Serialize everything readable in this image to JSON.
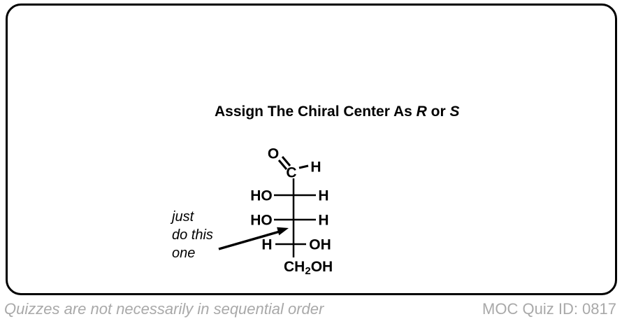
{
  "page": {
    "background": "#ffffff",
    "border_color": "#000000",
    "text_color": "#000000",
    "footer_color": "#a9a9a9"
  },
  "title": {
    "prefix": "Assign The Chiral Center As ",
    "r": "R",
    "mid": " or ",
    "s": "S"
  },
  "molecule": {
    "description": "fischer-projection-aldose",
    "top": {
      "o": "O",
      "c": "C",
      "h": "H"
    },
    "rows": [
      {
        "left": "HO",
        "right": "H"
      },
      {
        "left": "HO",
        "right": "H"
      },
      {
        "left": "H",
        "right": "OH"
      }
    ],
    "bottom": {
      "pre": "CH",
      "sub": "2",
      "post": "OH"
    }
  },
  "annotation": {
    "line1": "just",
    "line2": "do this",
    "line3": "one"
  },
  "footer": {
    "left": "Quizzes are not necessarily in sequential order",
    "right": "MOC Quiz ID: 0817"
  }
}
